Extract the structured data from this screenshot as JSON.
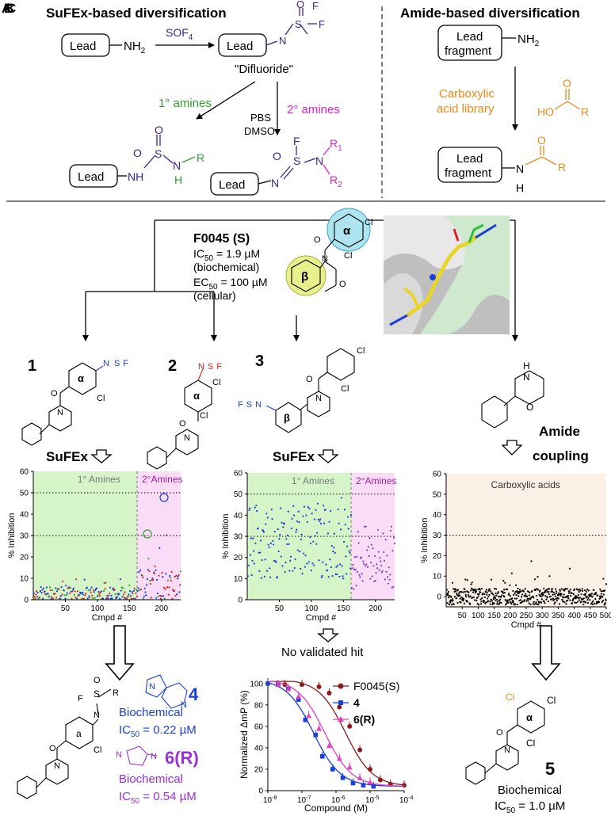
{
  "panel_letters": [
    "A",
    "B",
    "C"
  ],
  "top_left": {
    "title": "SuFEx-based diversification",
    "lead": "Lead",
    "nh2": "NH",
    "nh2_sub": "2",
    "reagent": "SOF",
    "reagent_sub": "4",
    "difluoride": "\"Difluoride\"",
    "primary_amines": "1° amines",
    "secondary_amines": "2° amines",
    "conditions_1": "PBS",
    "conditions_2": "DMSO",
    "atoms": {
      "S": "S",
      "O": "O",
      "F": "F",
      "N": "N",
      "NH": "NH",
      "H": "H",
      "R": "R",
      "R1": "R",
      "R2": "R",
      "sub1": "1",
      "sub2": "2"
    }
  },
  "top_right": {
    "title": "Amide-based diversification",
    "lead_1": "Lead",
    "lead_2": "fragment",
    "nh2": "NH",
    "nh2_sub": "2",
    "library_1": "Carboxylic",
    "library_2": "acid library",
    "atoms": {
      "O": "O",
      "HO": "HO",
      "R": "R",
      "N": "N",
      "H": "H"
    }
  },
  "hit": {
    "name": "F0045 (S)",
    "ic50_label": "IC",
    "ic50_sub": "50",
    "ic50_value": " = 1.9 µM",
    "ic50_context": "(biochemical)",
    "ec50_label": "EC",
    "ec50_sub": "50",
    "ec50_value": " = 100 µM",
    "ec50_context": "(cellular)",
    "ring_alpha": "α",
    "ring_beta": "β",
    "cl": "Cl",
    "o": "O",
    "n": "N"
  },
  "compounds": {
    "c1": "1",
    "c2": "2",
    "c3": "3",
    "c4": "4",
    "c5": "5",
    "c6": "6(R)",
    "alpha": "α",
    "beta": "β",
    "a_ring": "a",
    "cl": "Cl",
    "o": "O",
    "n": "N",
    "nh": "N",
    "h": "H",
    "s": "S",
    "f": "F",
    "r": "R"
  },
  "labels": {
    "sufex_1": "SuFEx",
    "sufex_2": "SuFEx",
    "amide_1": "Amide",
    "amide_2": "coupling",
    "no_hit": "No validated hit",
    "biochemical_4": "Biochemical",
    "ic50_4": " = 0.22 µM",
    "biochemical_6": "Biochemical",
    "ic50_6": " = 0.54 µM",
    "biochemical_5": "Biochemical",
    "ic50_5": " = 1.0 µM",
    "ic": "IC",
    "sub50": "50"
  },
  "colors": {
    "purple": "#3d1f8c",
    "green": "#2e9e2e",
    "magenta": "#e020c8",
    "orange": "#f08a16",
    "blue": "#1a3fd6",
    "violet": "#9b30d6",
    "darkred": "#8b1a1a",
    "pink": "#e040c0",
    "red": "#e02020",
    "green_bg": "#d5f5c8",
    "pink_bg": "#fbdcf6",
    "peach_bg": "#fbf0e6"
  },
  "chart_data": [
    {
      "type": "scatter",
      "regions": [
        "1° Amines",
        "2°Amines"
      ],
      "xlabel": "Cmpd #",
      "ylabel": "% Inhibition",
      "xlim": [
        0,
        230
      ],
      "ylim": [
        0,
        60
      ],
      "xticks": [
        50,
        100,
        150,
        200
      ],
      "yticks": [
        0,
        10,
        20,
        30,
        40,
        50,
        60
      ],
      "thresholds": [
        30,
        50
      ],
      "split_x": 162,
      "n_points": 230
    },
    {
      "type": "scatter",
      "regions": [
        "1° Amines",
        "2°Amines"
      ],
      "xlabel": "Cmpd #",
      "ylabel": "% Inhibition",
      "xlim": [
        0,
        230
      ],
      "ylim": [
        0,
        60
      ],
      "xticks": [
        50,
        100,
        150,
        200
      ],
      "yticks": [
        0,
        10,
        20,
        30,
        40,
        50,
        60
      ],
      "thresholds": [
        30,
        50
      ],
      "split_x": 162,
      "n_points": 230
    },
    {
      "type": "scatter",
      "region_label": "Carboxylic acids",
      "xlabel": "Cmpd #",
      "ylabel": "% Inhibition",
      "xlim": [
        0,
        500
      ],
      "ylim": [
        -5,
        60
      ],
      "xticks": [
        50,
        100,
        150,
        200,
        250,
        300,
        350,
        400,
        450,
        500
      ],
      "yticks": [
        0,
        10,
        20,
        30,
        40,
        50,
        60
      ],
      "thresholds": [
        30
      ],
      "n_points": 500
    },
    {
      "type": "line",
      "xlabel": "Compound (M)",
      "ylabel": "Normalized ΔmP (%)",
      "xtick_labels": [
        "10",
        "10",
        "10",
        "10",
        "10"
      ],
      "xtick_exps": [
        "-8",
        "-7",
        "-6",
        "-5",
        "-4"
      ],
      "yticks": [
        0,
        20,
        40,
        60,
        80,
        100
      ],
      "xlim_log10": [
        -8,
        -4
      ],
      "ylim": [
        0,
        105
      ],
      "series": [
        {
          "name": "F0045(S)",
          "color": "#8b1a1a",
          "marker": "circle",
          "ic50_log10": -5.72,
          "x_log10": [
            -7.5,
            -7,
            -6.5,
            -6.2,
            -5.9,
            -5.6,
            -5.3,
            -5.0,
            -4.7,
            -4.4,
            -4.0
          ],
          "y": [
            99,
            99,
            97,
            91,
            78,
            60,
            38,
            20,
            10,
            6,
            5
          ]
        },
        {
          "name": "4",
          "color": "#1a3fd6",
          "marker": "square",
          "ic50_log10": -6.66,
          "x_log10": [
            -8.0,
            -7.7,
            -7.4,
            -7.1,
            -6.9,
            -6.6,
            -6.4,
            -6.1,
            -5.8,
            -5.5,
            -5.2,
            -4.9
          ],
          "y": [
            100,
            99,
            95,
            85,
            66,
            52,
            32,
            20,
            12,
            7,
            5,
            4
          ]
        },
        {
          "name": "6(R)",
          "color": "#e040c0",
          "marker": "triangle",
          "ic50_log10": -6.33,
          "x_log10": [
            -7.7,
            -7.4,
            -7.1,
            -6.8,
            -6.5,
            -6.2,
            -5.9,
            -5.6,
            -5.3,
            -5.0
          ],
          "y": [
            99,
            95,
            88,
            70,
            58,
            42,
            30,
            22,
            12,
            8
          ]
        }
      ]
    }
  ]
}
